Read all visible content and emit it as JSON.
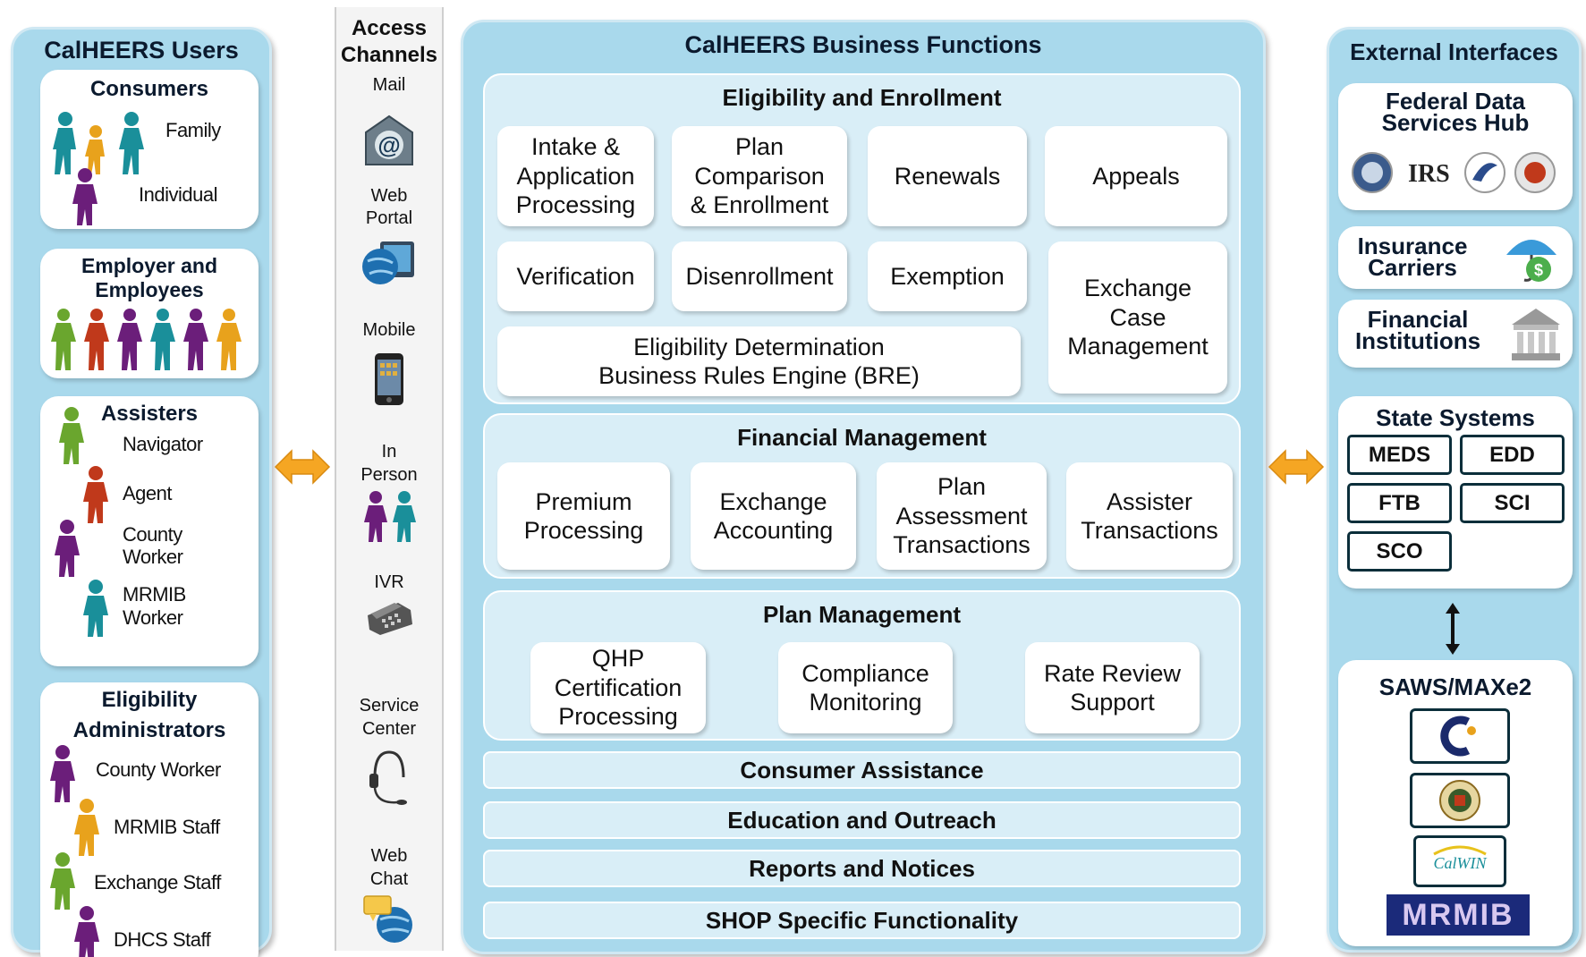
{
  "users": {
    "title": "CalHEERS Users",
    "consumers": {
      "title": "Consumers",
      "family": "Family",
      "individual": "Individual"
    },
    "employer": {
      "title_line1": "Employer and",
      "title_line2": "Employees"
    },
    "assisters": {
      "title": "Assisters",
      "navigator": "Navigator",
      "agent": "Agent",
      "county_line1": "County",
      "county_line2": "Worker",
      "mrmib_line1": "MRMIB",
      "mrmib_line2": "Worker"
    },
    "eligibility": {
      "title_line1": "Eligibility",
      "title_line2": "Administrators",
      "county": "County Worker",
      "mrmib": "MRMIB Staff",
      "exchange": "Exchange Staff",
      "dhcs": "DHCS Staff"
    }
  },
  "channels": {
    "title_line1": "Access",
    "title_line2": "Channels",
    "mail": "Mail",
    "web_line1": "Web",
    "web_line2": "Portal",
    "mobile": "Mobile",
    "inperson_line1": "In",
    "inperson_line2": "Person",
    "ivr": "IVR",
    "service_line1": "Service",
    "service_line2": "Center",
    "chat_line1": "Web",
    "chat_line2": "Chat"
  },
  "business": {
    "title": "CalHEERS Business Functions",
    "ee": {
      "title": "Eligibility  and Enrollment",
      "intake": [
        "Intake &",
        "Application",
        "Processing"
      ],
      "plan": [
        "Plan",
        "Comparison",
        "& Enrollment"
      ],
      "renewals": "Renewals",
      "appeals": "Appeals",
      "verification": "Verification",
      "disenrollment": "Disenrollment",
      "exemption": "Exemption",
      "case": [
        "Exchange",
        "Case",
        "Management"
      ],
      "bre": [
        "Eligibility Determination",
        "Business Rules Engine (BRE)"
      ]
    },
    "fm": {
      "title": "Financial Management",
      "premium": [
        "Premium",
        "Processing"
      ],
      "accounting": [
        "Exchange",
        "Accounting"
      ],
      "assessment": [
        "Plan",
        "Assessment",
        "Transactions"
      ],
      "assister": [
        "Assister",
        "Transactions"
      ]
    },
    "pm": {
      "title": "Plan Management",
      "qhp": [
        "QHP",
        "Certification",
        "Processing"
      ],
      "compliance": [
        "Compliance",
        "Monitoring"
      ],
      "rate": [
        "Rate Review",
        "Support"
      ]
    },
    "bars": [
      "Consumer Assistance",
      "Education and Outreach",
      "Reports and Notices",
      "SHOP Specific Functionality"
    ]
  },
  "external": {
    "title": "External Interfaces",
    "hub_line1": "Federal Data",
    "hub_line2": "Services Hub",
    "irs": "IRS",
    "insurance_line1": "Insurance",
    "insurance_line2": "Carriers",
    "financial_line1": "Financial",
    "financial_line2": "Institutions",
    "state": {
      "title": "State Systems",
      "systems": [
        "MEDS",
        "EDD",
        "FTB",
        "SCI",
        "SCO"
      ]
    },
    "saws": {
      "title": "SAWS/MAXe2",
      "calwin": "CalWIN",
      "mrmib": "MRMIB"
    }
  },
  "colors": {
    "panel": "#a9d9ec",
    "section": "#d9eef7",
    "arrow": "#f5a623",
    "purple": "#6b1e7a",
    "teal": "#1a8f9a",
    "green": "#6aa62e",
    "orange": "#e87a1c",
    "red": "#c0391b",
    "gold": "#e8a21c"
  }
}
